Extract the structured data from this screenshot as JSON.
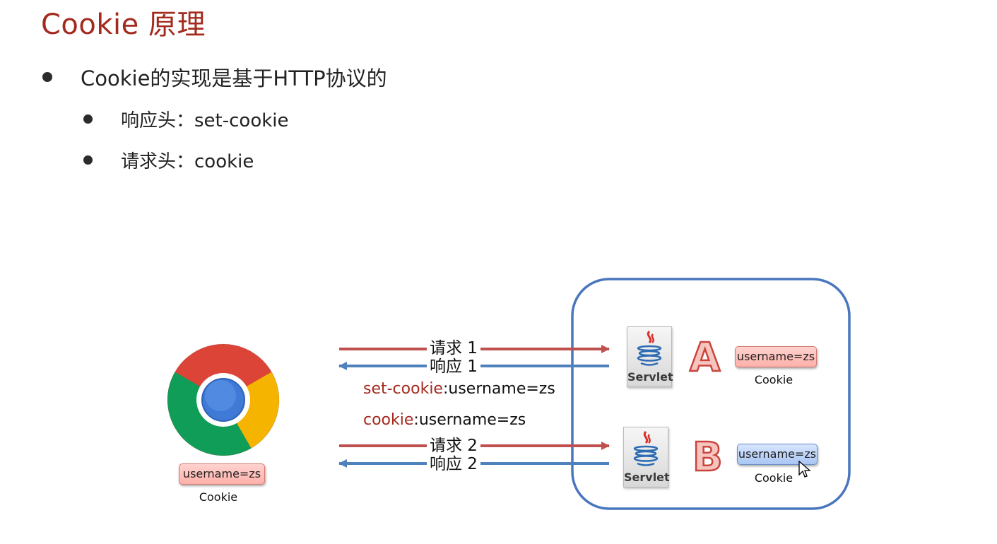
{
  "title": "Cookie 原理",
  "bullets": {
    "main": "Cookie的实现是基于HTTP协议的",
    "sub1": "响应头：set-cookie",
    "sub2": "请求头：cookie"
  },
  "diagram": {
    "browser_cookie": {
      "value": "username=zs",
      "label": "Cookie"
    },
    "arrows": {
      "request1": "请求 1",
      "response1": "响应 1",
      "request2": "请求 2",
      "response2": "响应 2"
    },
    "headers": {
      "set_cookie_key": "set-cookie",
      "set_cookie_value": ":username=zs",
      "cookie_key": "cookie",
      "cookie_value": ":username=zs"
    },
    "servers": {
      "a": {
        "servlet_label": "Servlet",
        "letter": "A",
        "cookie_value": "username=zs",
        "cookie_label": "Cookie"
      },
      "b": {
        "servlet_label": "Servlet",
        "letter": "B",
        "cookie_value": "username=zs",
        "cookie_label": "Cookie"
      }
    },
    "colors": {
      "request_arrow": "#c0504d",
      "response_arrow": "#4f81bd",
      "server_box": "#4a76be",
      "title": "#a32a1e"
    },
    "icons": [
      "chrome-icon",
      "java-servlet-icon",
      "mouse-cursor-icon"
    ]
  }
}
